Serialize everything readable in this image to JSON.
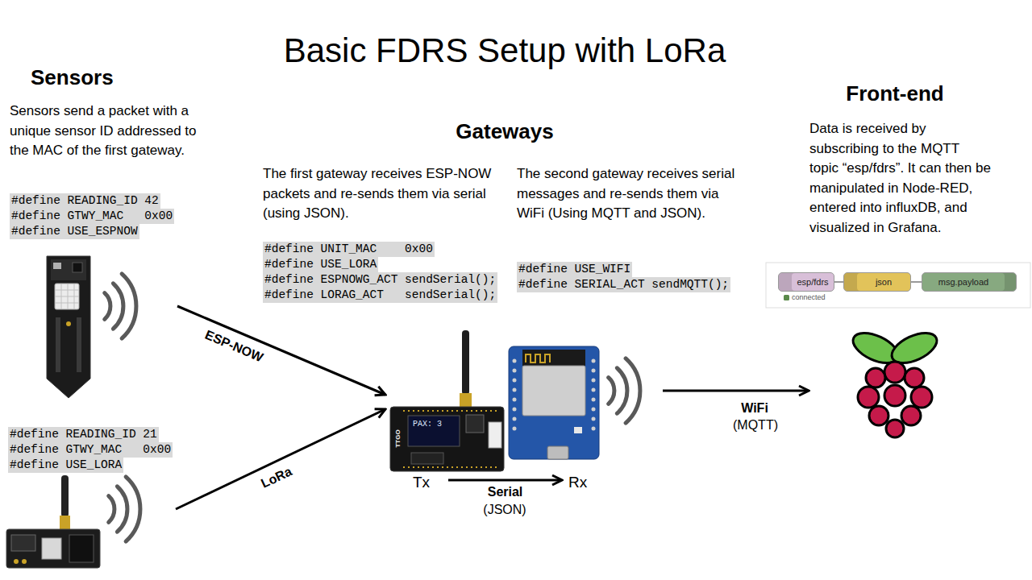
{
  "diagram": {
    "title": "Basic FDRS Setup with LoRa",
    "nodes": [
      {
        "text": [
          "#define READING_ID 42",
          "#define GTWY_MAC   0x00",
          "#define USE_ESPNOW"
        ]
      },
      {
        "text": [
          "#define READING_ID 21",
          "#define GTWY_MAC   0x00",
          "#define USE_LORA"
        ]
      },
      {
        "text": [
          "Tx"
        ]
      },
      {
        "text": [
          "Rx"
        ]
      },
      {
        "text": [
          "Front-end",
          "Data is received by subscribing to the MQTT topic “esp/fdrs”. It can then be manipulated in Node-RED, entered into influxDB, and visualized in Grafana."
        ]
      },
      {
        "text": [
          "esp/fdrs"
        ]
      },
      {
        "text": [
          "json"
        ]
      },
      {
        "text": [
          "msg.payload"
        ]
      }
    ],
    "edges": [
      {
        "from": 0,
        "to": 2,
        "arrow": "to",
        "label": "ESP-NOW"
      },
      {
        "from": 1,
        "to": 2,
        "arrow": "to",
        "label": "LoRa"
      },
      {
        "from": 2,
        "to": 3,
        "arrow": "to",
        "label": "Serial"
      },
      {
        "from": 3,
        "to": 4,
        "arrow": "to",
        "label": "WiFi"
      },
      {
        "from": 5,
        "to": 6,
        "arrow": "none"
      },
      {
        "from": 6,
        "to": 7,
        "arrow": "none"
      }
    ],
    "labels": [
      "Sensors",
      "Sensors send a packet with a unique sensor ID addressed to the MAC of the first gateway.",
      "Gateways",
      "The first gateway receives ESP-NOW packets and re-sends them via serial (using JSON).",
      "#define UNIT_MAC    0x00",
      "#define USE_LORA",
      "#define ESPNOWG_ACT sendSerial();",
      "#define LORAG_ACT   sendSerial();",
      "The second gateway receives serial messages and re-sends them via WiFi (Using MQTT and JSON).",
      "#define USE_WIFI",
      "#define SERIAL_ACT sendMQTT();",
      "(JSON)",
      "(MQTT)",
      "connected",
      "PAX: 3",
      "TTGO"
    ]
  }
}
